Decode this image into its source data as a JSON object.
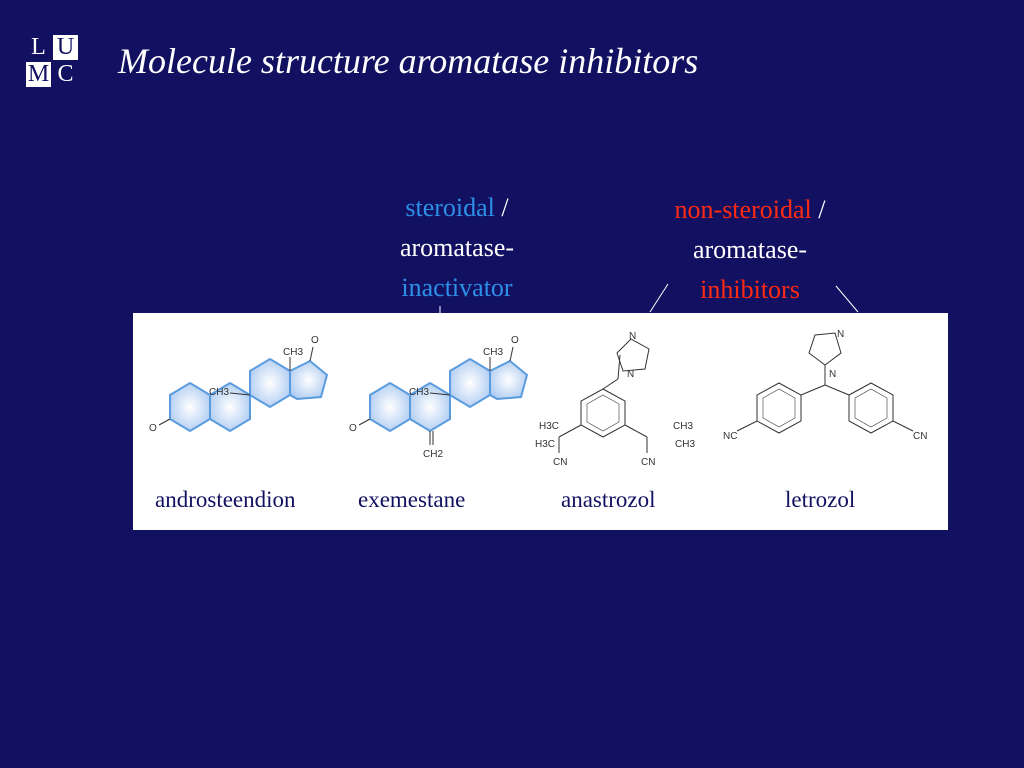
{
  "slide": {
    "title": "Molecule structure aromatase inhibitors",
    "logo": {
      "l": "L",
      "u": "U",
      "m": "M",
      "c": "C"
    }
  },
  "labels": {
    "steroidal": {
      "type_word": "steroidal",
      "slash": " /",
      "line2": "aromatase-",
      "line3": "inactivator"
    },
    "nonsteroidal": {
      "type_word": "non-steroidal",
      "slash": " /",
      "line2": "aromatase-",
      "line3": "inhibitors"
    }
  },
  "molecules": [
    {
      "name": "androsteendion",
      "atoms": {
        "ch3a": "CH3",
        "ch3b": "CH3",
        "o1": "O",
        "o2": "O"
      }
    },
    {
      "name": "exemestane",
      "atoms": {
        "ch3a": "CH3",
        "ch3b": "CH3",
        "o1": "O",
        "o2": "O",
        "ch2": "CH2"
      }
    },
    {
      "name": "anastrozol",
      "atoms": {
        "n1": "N",
        "n2": "N",
        "ch3_1": "H3C",
        "ch3_2": "H3C",
        "ch3_3": "CH3",
        "ch3_4": "CH3",
        "cn1": "CN",
        "cn2": "CN"
      }
    },
    {
      "name": "letrozol",
      "atoms": {
        "n1": "N",
        "n2": "N",
        "cn1": "NC",
        "cn2": "CN"
      }
    }
  ],
  "colors": {
    "background": "#121161",
    "steroidal_accent": "#2e8fe6",
    "nonsteroidal_accent": "#ff2a12",
    "ring_fill": "#cfe0f7",
    "ring_stroke": "#5b9be0"
  }
}
